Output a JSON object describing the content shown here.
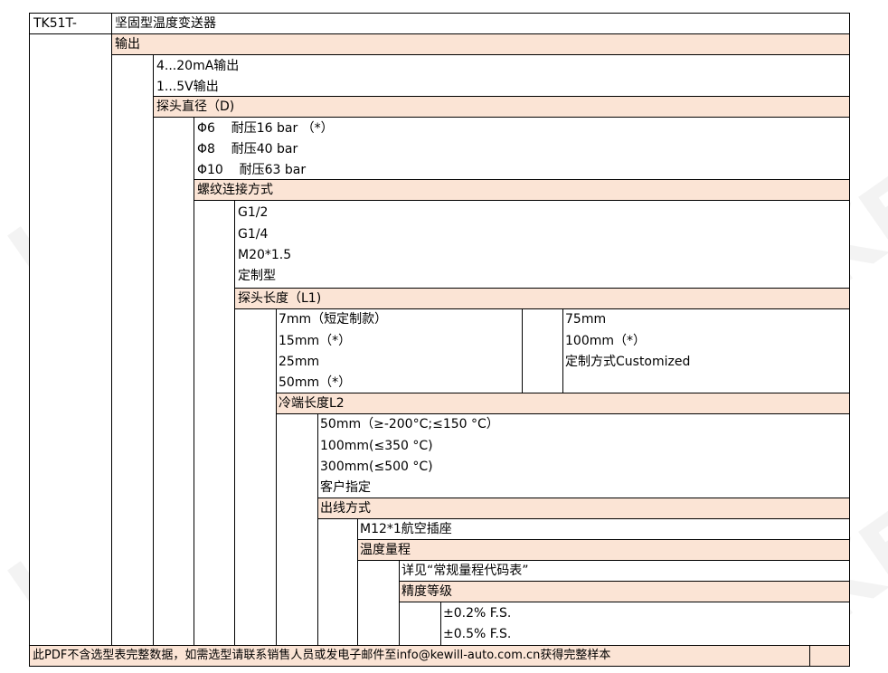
{
  "model_code": "TK51T-",
  "product_name": "坚固型温度变送器",
  "output": {
    "header": "输出",
    "items": [
      "4...20mA输出",
      "1...5V输出"
    ]
  },
  "probe_diameter": {
    "header": "探头直径（D)",
    "items": [
      "Φ6    耐压16 bar （*）",
      "Φ8    耐压40 bar",
      "Φ10    耐压63 bar"
    ]
  },
  "thread": {
    "header": "螺纹连接方式",
    "items": [
      "G1/2",
      "G1/4",
      "M20*1.5",
      "定制型"
    ]
  },
  "probe_length": {
    "header": "探头长度（L1)",
    "left_items": [
      "7mm（短定制款）",
      "15mm（*）",
      "25mm",
      "50mm（*）"
    ],
    "right_items": [
      "75mm",
      "100mm（*）",
      "定制方式Customized"
    ]
  },
  "cold_end": {
    "header": "冷端长度L2",
    "items": [
      "50mm（≥-200°C;≤150 °C）",
      "100mm(≤350 °C)",
      "300mm(≤500 °C)",
      "客户指定"
    ]
  },
  "outlet": {
    "header": "出线方式",
    "items": [
      "M12*1航空插座"
    ]
  },
  "temp_range": {
    "header": "温度量程",
    "items": [
      "详见“常规量程代码表”"
    ]
  },
  "accuracy": {
    "header": "精度等级",
    "items": [
      "±0.2% F.S.",
      "±0.5% F.S."
    ]
  },
  "footer_note": "此PDF不含选型表完整数据，如需选型请联系销售人员或发电子邮件至info@kewill-auto.com.cn获得完整样本",
  "watermark": {
    "brand": "KEWILL",
    "sub": "automation"
  },
  "colors": {
    "header_fill": "#fbe4d5",
    "border": "#000000"
  }
}
